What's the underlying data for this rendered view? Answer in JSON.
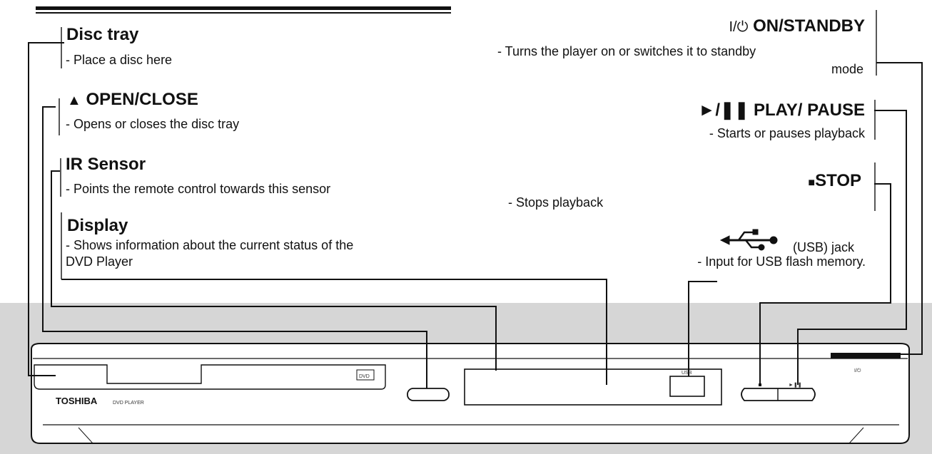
{
  "labels": {
    "disc_tray": {
      "title": "Disc tray",
      "desc": "- Place a disc here"
    },
    "open_close": {
      "icon": "▲",
      "title": "OPEN/CLOSE",
      "desc": "- Opens or closes the disc tray"
    },
    "ir_sensor": {
      "title": "IR Sensor",
      "desc": "- Points the remote control towards this sensor"
    },
    "display": {
      "title": "Display",
      "desc_line1": "- Shows  information about the current status  of the",
      "desc_line2": "DVD Player"
    },
    "on_standby": {
      "prefix": "I/⏻",
      "title": "ON/STANDBY",
      "desc_line1": "- Turns the player on or switches it to standby",
      "desc_line2": "mode"
    },
    "play_pause": {
      "icon": "►/❚❚",
      "title": "PLAY/ PAUSE",
      "desc": "- Starts or pauses playback"
    },
    "stop": {
      "icon": "■",
      "title": "STOP",
      "desc": "- Stops playback"
    },
    "usb": {
      "title": "(USB) jack",
      "desc": "- Input for USB flash memory."
    }
  },
  "device": {
    "brand": "TOSHIBA",
    "model_text": "DVD PLAYER",
    "dvd_logo": "DVD",
    "usb_label": "USB",
    "power_label": "I/⏻"
  },
  "colors": {
    "line": "#111111",
    "panel_bg": "#d6d6d6",
    "device_body": "#ffffff"
  }
}
